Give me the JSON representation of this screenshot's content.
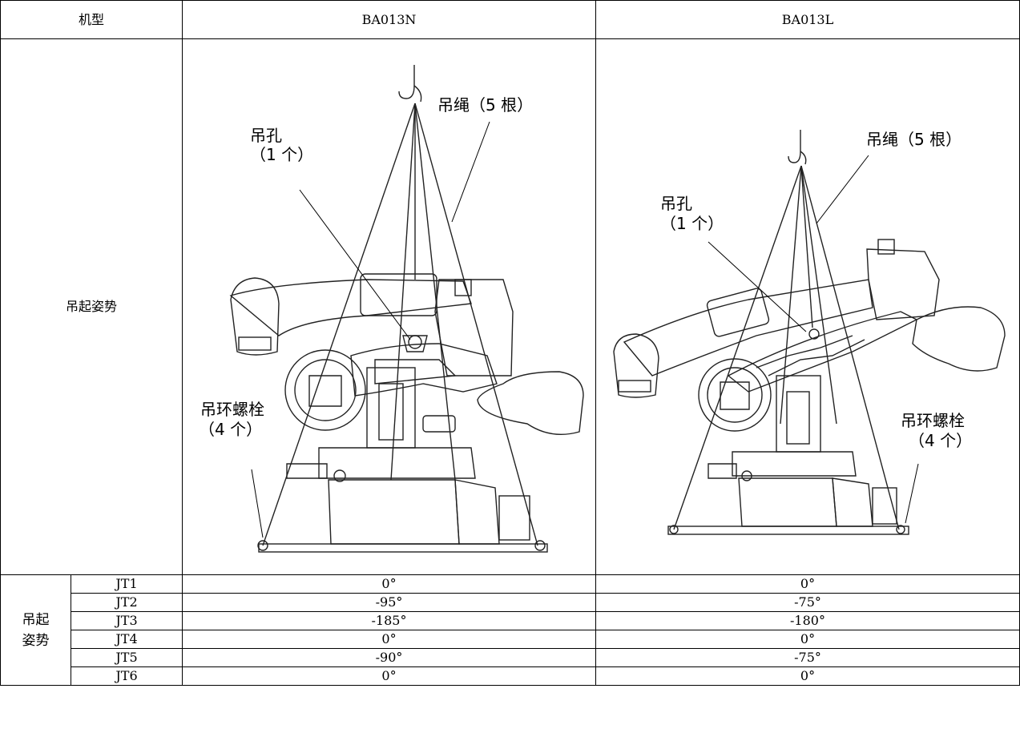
{
  "header": {
    "model_label": "机型",
    "col1": "BA013N",
    "col2": "BA013L"
  },
  "lift_posture_row": {
    "label": "吊起姿势",
    "left_figure": {
      "sling_label": "吊绳（5 根）",
      "hole_label_line1": "吊孔",
      "hole_label_line2": "（1 个）",
      "eyebolt_label_line1": "吊环螺栓",
      "eyebolt_label_line2": "（4 个）"
    },
    "right_figure": {
      "sling_label": "吊绳（5 根）",
      "hole_label_line1": "吊孔",
      "hole_label_line2": "（1 个）",
      "eyebolt_label_line1": "吊环螺栓",
      "eyebolt_label_line2": "（4 个）"
    }
  },
  "joints": {
    "group_label_line1": "吊起",
    "group_label_line2": "姿势",
    "rows": [
      {
        "joint": "JT1",
        "n": "0°",
        "l": "0°"
      },
      {
        "joint": "JT2",
        "n": "-95°",
        "l": "-75°"
      },
      {
        "joint": "JT3",
        "n": "-185°",
        "l": "-180°"
      },
      {
        "joint": "JT4",
        "n": "0°",
        "l": "0°"
      },
      {
        "joint": "JT5",
        "n": "-90°",
        "l": "-75°"
      },
      {
        "joint": "JT6",
        "n": "0°",
        "l": "0°"
      }
    ]
  }
}
